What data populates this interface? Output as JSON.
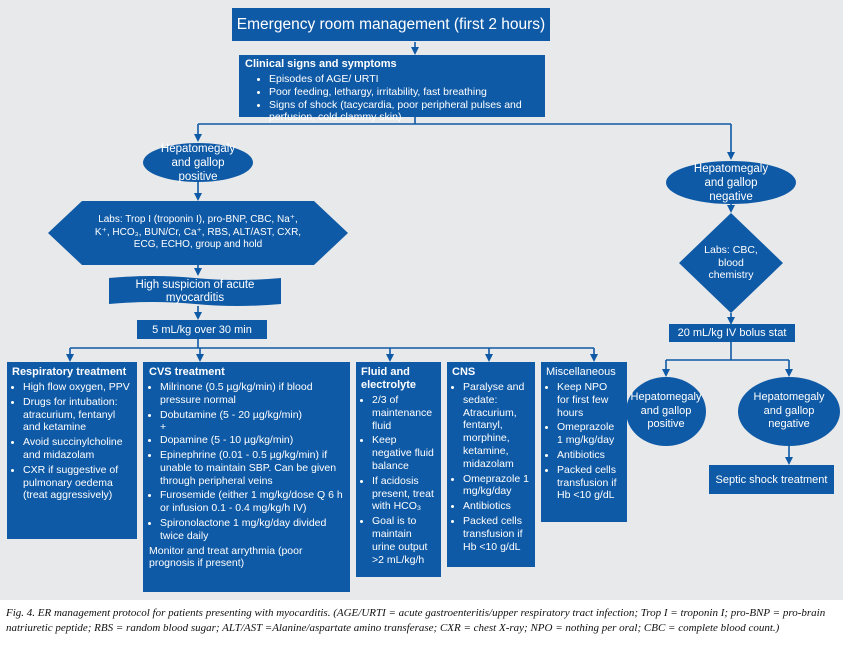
{
  "title": "Emergency room management (first 2 hours)",
  "clinical": {
    "heading": "Clinical signs and symptoms",
    "items": [
      "Episodes of AGE/ URTI",
      "Poor feeding, lethargy, irritability, fast breathing",
      "Signs of shock (tacycardia, poor peripheral pulses and perfusion, cold clammy skin)"
    ]
  },
  "left_branch": {
    "ellipse": "Hepatomegaly and gallop positive",
    "labs": "Labs: Trop I (troponin I), pro-BNP, CBC, Na⁺, K⁺, HCO₃, BUN/Cr, Ca⁺, RBS, ALT/AST, CXR, ECG, ECHO, group and hold",
    "banner": "High suspicion of acute myocarditis",
    "fluid": "5 mL/kg over 30 min"
  },
  "right_branch": {
    "ellipse": "Hepatomegaly and gallop negative",
    "labs": "Labs: CBC, blood chemistry",
    "bolus": "20 mL/kg IV bolus stat",
    "pos": "Hepatomegaly and gallop positive",
    "neg": "Hepatomegaly and gallop negative",
    "septic": "Septic shock treatment"
  },
  "treatments": {
    "resp": {
      "heading": "Respiratory treatment",
      "items": [
        "High flow oxygen, PPV",
        "Drugs for intubation: atracurium, fentanyl and ketamine",
        "Avoid succinylcholine and midazolam",
        "CXR if suggestive of pulmonary oedema (treat aggressively)"
      ]
    },
    "cvs": {
      "heading": "CVS treatment",
      "items": [
        "Milrinone (0.5 µg/kg/min) if blood pressure normal",
        "Dobutamine (5 - 20 µg/kg/min)",
        "Dopamine (5 - 10 µg/kg/min)",
        "Epinephrine (0.01 - 0.5 µg/kg/min) if unable to maintain SBP. Can be given through peripheral veins",
        "Furosemide (either 1 mg/kg/dose Q 6 h or infusion 0.1 - 0.4 mg/kg/h IV)",
        "Spironolactone 1 mg/kg/day divided twice daily"
      ],
      "plus": "+",
      "note": "Monitor and treat arrythmia (poor prognosis if present)"
    },
    "fluid": {
      "heading": "Fluid and electrolyte",
      "items": [
        "2/3 of maintenance fluid",
        "Keep negative fluid balance",
        "If acidosis present, treat with HCO₃",
        "Goal is to maintain urine output >2 mL/kg/h"
      ]
    },
    "cns": {
      "heading": "CNS",
      "items": [
        "Paralyse and sedate: Atracurium, fentanyl, morphine, ketamine, midazolam",
        "Omeprazole 1 mg/kg/day",
        "Antibiotics",
        "Packed cells transfusion if Hb <10 g/dL"
      ]
    },
    "misc": {
      "heading": "Miscellaneous",
      "items": [
        "Keep NPO for first few hours",
        "Omeprazole 1 mg/kg/day",
        "Antibiotics",
        "Packed cells transfusion if Hb <10 g/dL"
      ]
    }
  },
  "caption": "Fig. 4. ER management protocol for patients presenting with myocarditis. (AGE/URTI = acute gastroenteritis/upper respiratory tract infection; Trop I = troponin I; pro-BNP = pro-brain natriuretic peptide; RBS = random blood sugar; ALT/AST =Alanine/aspartate amino transferase; CXR = chest X-ray; NPO = nothing per oral; CBC = complete blood count.)",
  "colors": {
    "box": "#0f5aa6",
    "background": "#e8e9eb",
    "arrow": "#0f5aa6"
  }
}
